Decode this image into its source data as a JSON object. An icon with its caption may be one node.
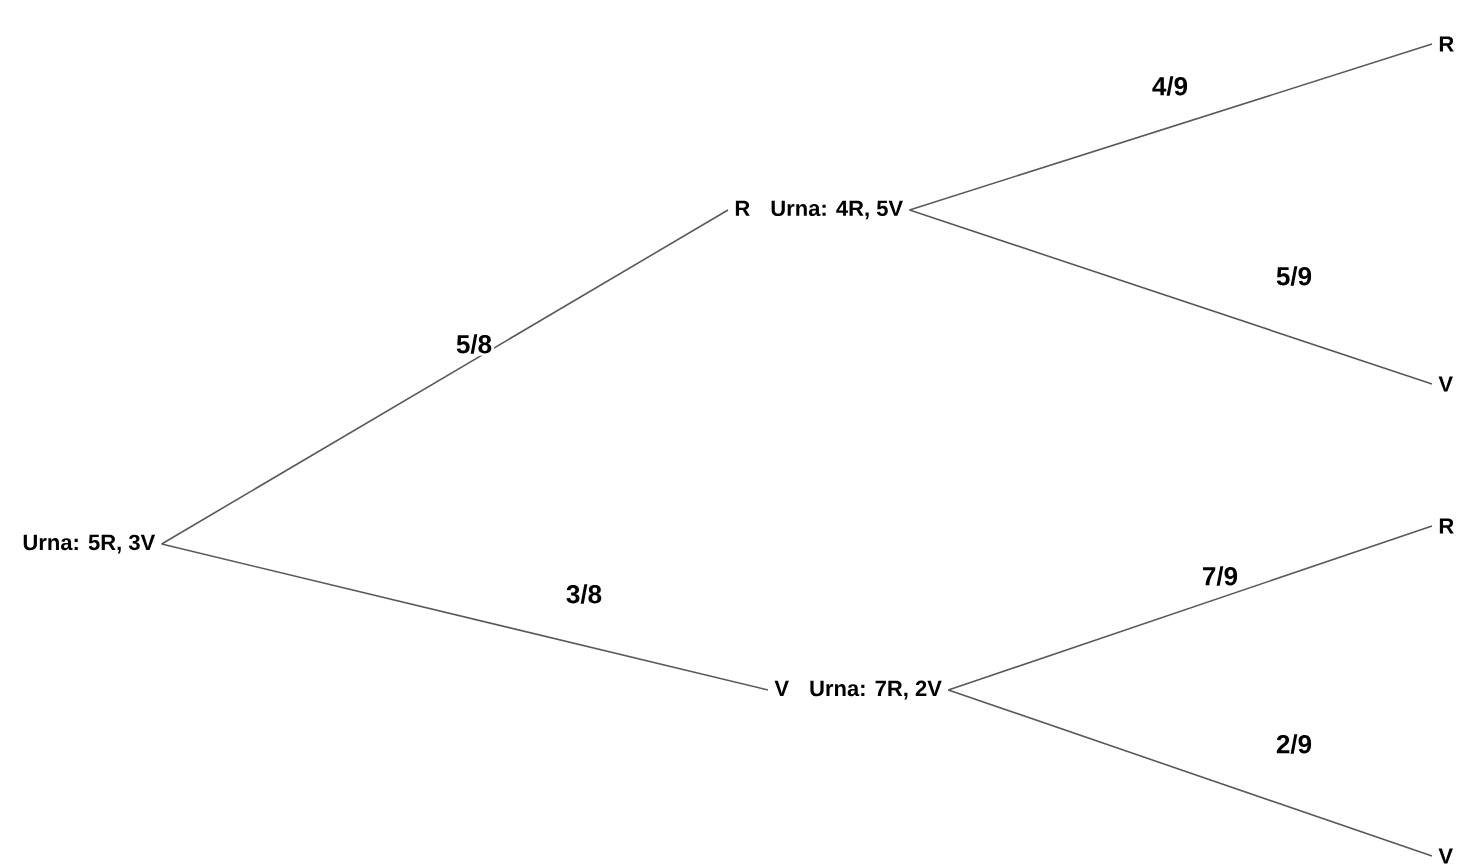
{
  "diagram": {
    "nodes": [
      {
        "text": [
          "Urna: 5R, 3V"
        ]
      },
      {
        "text": [
          "R",
          "Urna: 4R, 5V"
        ]
      },
      {
        "text": [
          "V",
          "Urna: 7R, 2V"
        ]
      },
      {
        "text": [
          "R"
        ]
      },
      {
        "text": [
          "V"
        ]
      },
      {
        "text": [
          "R"
        ]
      },
      {
        "text": [
          "V"
        ]
      }
    ],
    "edges": [
      {
        "from": 0,
        "to": 1,
        "arrow": "none",
        "label": "5/8"
      },
      {
        "from": 0,
        "to": 2,
        "arrow": "none",
        "label": "3/8"
      },
      {
        "from": 1,
        "to": 3,
        "arrow": "none",
        "label": "4/9"
      },
      {
        "from": 1,
        "to": 4,
        "arrow": "none",
        "label": "5/9"
      },
      {
        "from": 2,
        "to": 5,
        "arrow": "none",
        "label": "7/9"
      },
      {
        "from": 2,
        "to": 6,
        "arrow": "none",
        "label": "2/9"
      }
    ]
  }
}
